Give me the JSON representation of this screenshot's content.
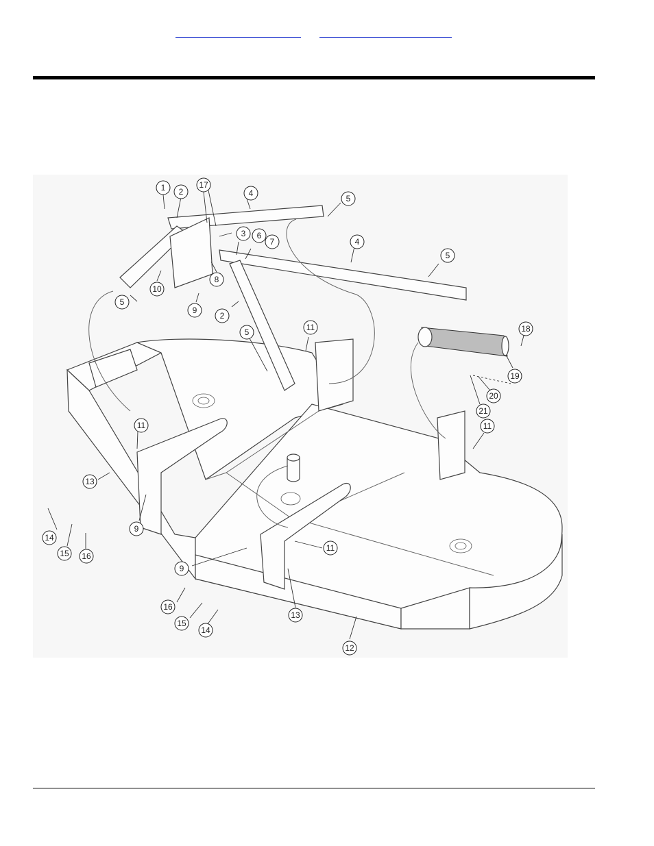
{
  "header": {
    "link_1": "",
    "link_2": ""
  },
  "diagram": {
    "callouts": [
      "1",
      "2",
      "17",
      "4",
      "5",
      "3",
      "6",
      "7",
      "4",
      "5",
      "10",
      "8",
      "5",
      "9",
      "2",
      "11",
      "5",
      "18",
      "19",
      "20",
      "21",
      "11",
      "11",
      "13",
      "9",
      "14",
      "15",
      "16",
      "11",
      "9",
      "13",
      "16",
      "15",
      "14",
      "12"
    ]
  }
}
